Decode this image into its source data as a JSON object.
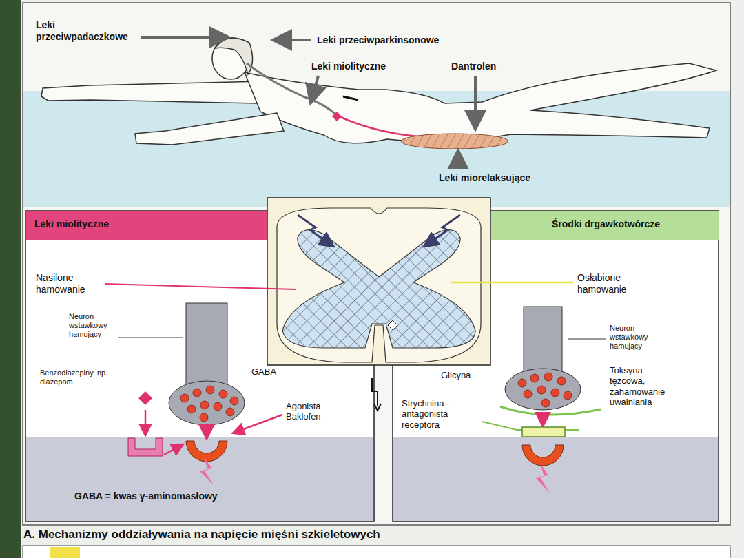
{
  "diagram": {
    "caption": "A. Mechanizmy oddziaływania na napięcie mięśni szkieletowych",
    "nodes": [
      {
        "text": [
          "Leki miolityczne"
        ]
      },
      {
        "text": [
          "Środki drgawkotwórcze"
        ]
      }
    ],
    "labels": [
      "Leki przeciwpadaczkowe",
      "Leki przeciwparkinsonowe",
      "Leki miolityczne",
      "Dantrolen",
      "Leki miorelaksujące",
      "Nasilone hamowanie",
      "Neuron wstawkowy hamujący",
      "Benzodiazepiny, np. diazepam",
      "GABA",
      "Agonista Baklofen",
      "GABA = kwas γ-aminomasłowy",
      "Osłabione hamowanie",
      "Neuron wstawkowy hamujący",
      "Glicyna",
      "Toksyna tężcowa, zahamowanie uwalniania",
      "Strychnina - antagonista receptora"
    ]
  }
}
